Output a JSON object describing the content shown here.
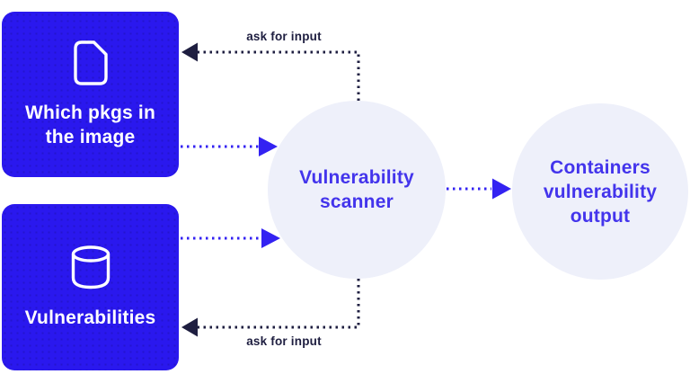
{
  "diagram": {
    "title_hint": "container vulnerability scanning flow",
    "colors": {
      "box_fill": "#2a18ee",
      "box_text": "#ffffff",
      "circle_fill": "#eef0fa",
      "circle_text": "#4334ec",
      "connector_navy": "#1e1e40",
      "connector_blue": "#3322f2"
    },
    "nodes": {
      "packages_box": {
        "icon": "document-icon",
        "lines": [
          "Which pkgs in",
          "the image"
        ]
      },
      "vulnerabilities_box": {
        "icon": "database-icon",
        "lines": [
          "Vulnerabilities"
        ]
      },
      "scanner_circle": {
        "lines": [
          "Vulnerability",
          "scanner"
        ]
      },
      "output_circle": {
        "lines": [
          "Containers",
          "vulnerability",
          "output"
        ]
      }
    },
    "labels": {
      "ask_top": "ask for input",
      "ask_bottom": "ask for input"
    }
  }
}
